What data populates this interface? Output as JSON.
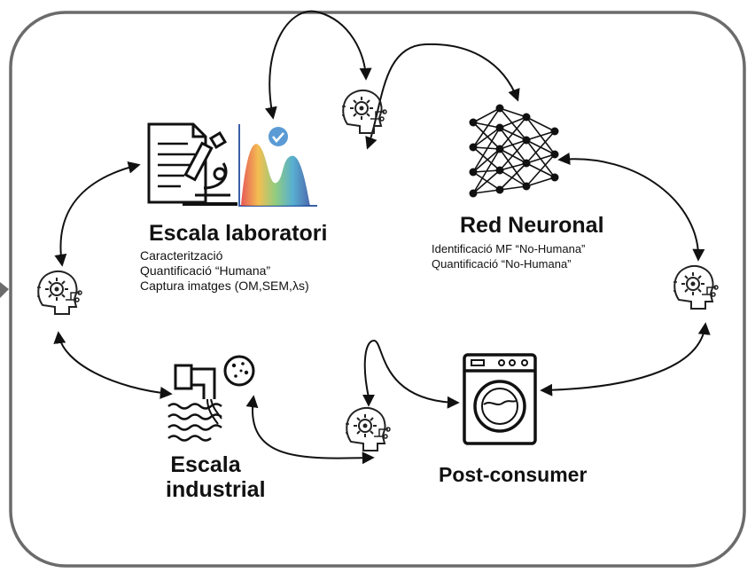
{
  "lab": {
    "title": "Escala laboratori",
    "lines": [
      "Caracterització",
      "Quantificació “Humana”",
      "Captura imatges (OM,SEM,λs)"
    ]
  },
  "neural": {
    "title": "Red Neuronal",
    "lines": [
      "Identificació MF “No-Humana”",
      "Quantificació “No-Humana”"
    ]
  },
  "industrial": {
    "title_lines": [
      "Escala",
      "industrial"
    ]
  },
  "postconsumer": {
    "title": "Post-consumer"
  },
  "colors": {
    "frame": "#6b6b6b",
    "arrow": "#111111",
    "spectrum": [
      "#e23b3b",
      "#f2b233",
      "#7dc36a",
      "#3aa0c8",
      "#2e4fa0"
    ],
    "check_badge": "#5b9bd5"
  },
  "icons": [
    "document-microscope-icon",
    "spectrum-chart-icon",
    "ai-head-icon",
    "neural-network-icon",
    "factory-outfall-icon",
    "washing-machine-icon"
  ]
}
